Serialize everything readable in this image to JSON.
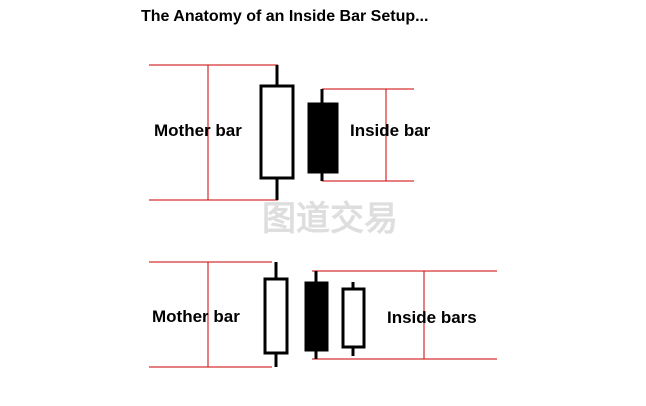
{
  "title": "The Anatomy of an Inside Bar Setup...",
  "watermark": "图道交易",
  "colors": {
    "guide_line": "#cc0000",
    "candle_outline": "#000000",
    "bullish_body": "#ffffff",
    "bearish_body": "#000000",
    "watermark": "#d9d9d9"
  },
  "setups": [
    {
      "mother_label": "Mother bar",
      "inside_label": "Inside bar",
      "candles": [
        {
          "role": "mother",
          "direction": "bullish"
        },
        {
          "role": "inside",
          "direction": "bearish"
        }
      ]
    },
    {
      "mother_label": "Mother bar",
      "inside_label": "Inside bars",
      "candles": [
        {
          "role": "mother",
          "direction": "bullish"
        },
        {
          "role": "inside",
          "direction": "bearish"
        },
        {
          "role": "inside",
          "direction": "bullish"
        }
      ]
    }
  ]
}
